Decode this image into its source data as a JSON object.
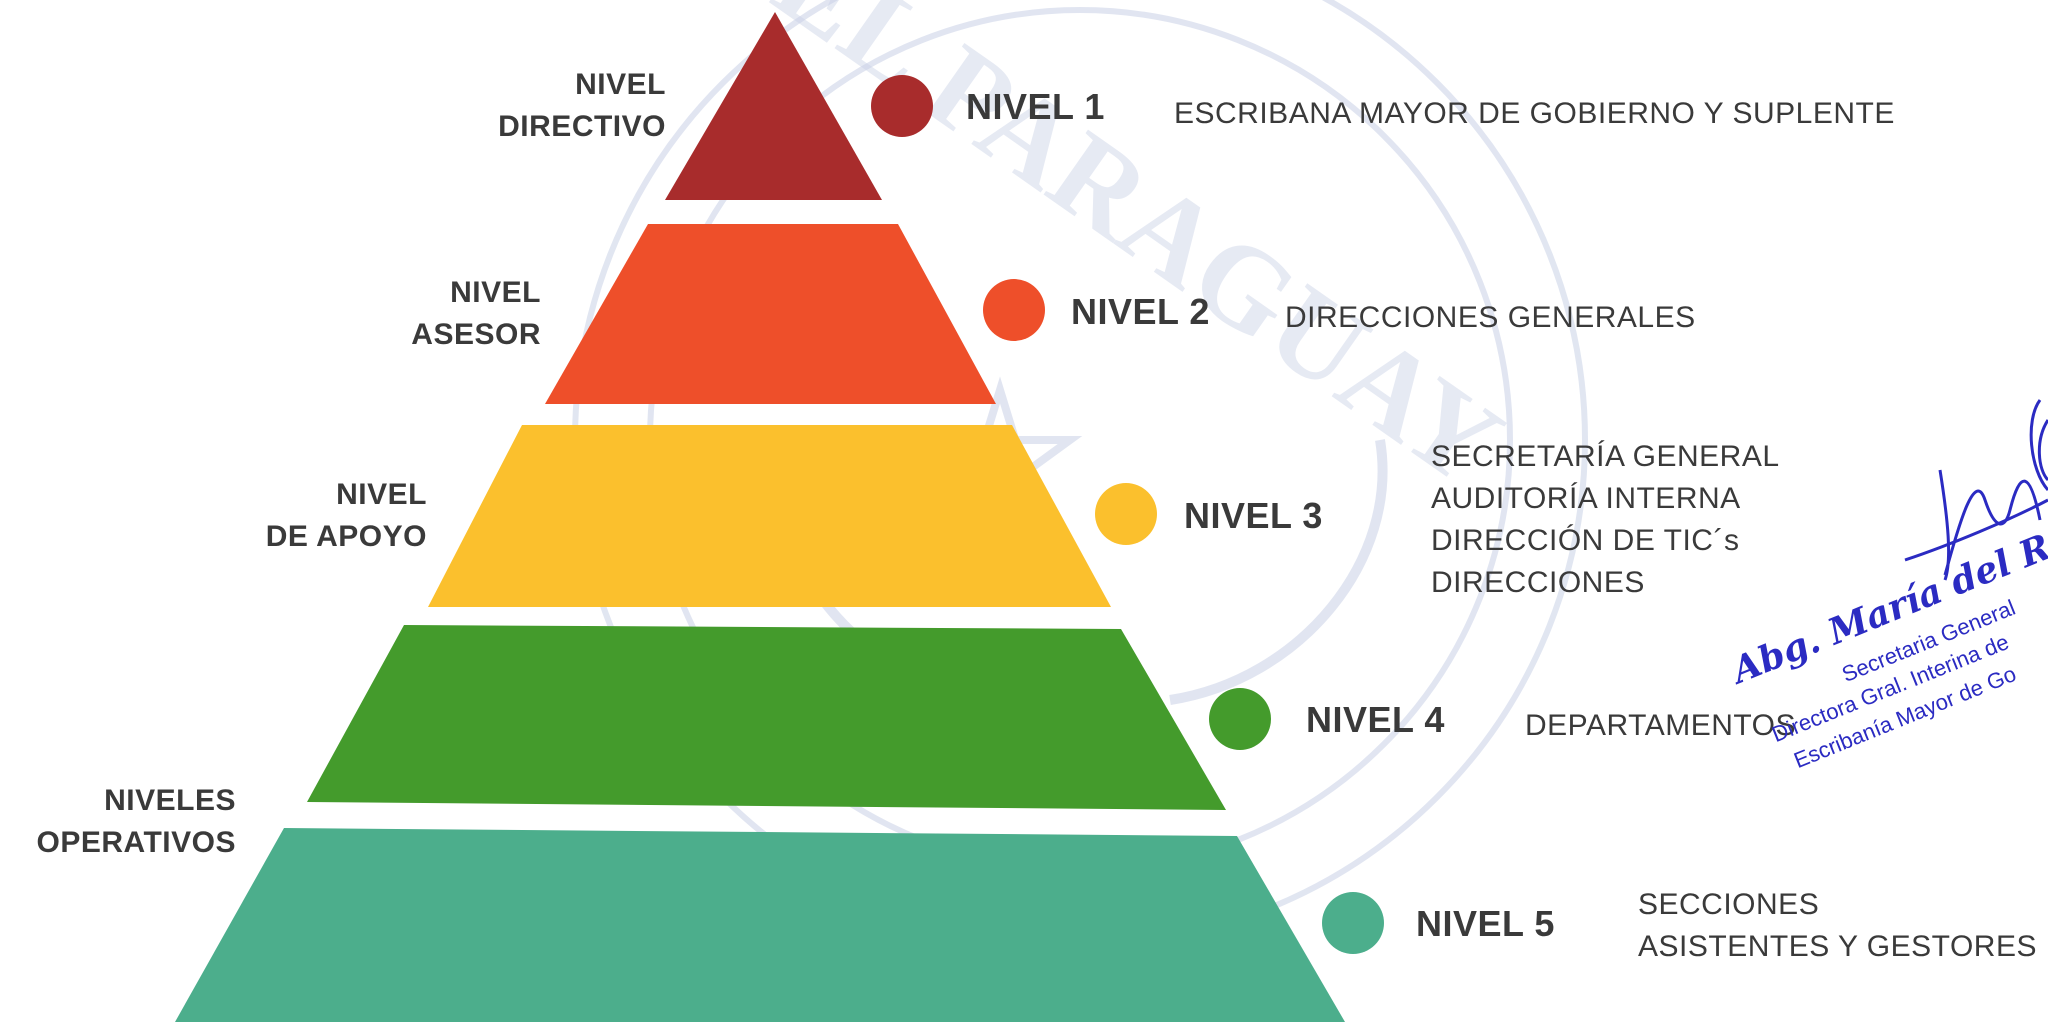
{
  "colors": {
    "level1": "#a82c2c",
    "level2": "#ee4f2a",
    "level3": "#fbc02d",
    "level4": "#449b2c",
    "level5": "#4cae8c",
    "text": "#3a3a3a",
    "watermark": "#c9d1e6",
    "signature_ink": "#2b2bc2"
  },
  "side_labels": {
    "directivo": [
      "NIVEL",
      "DIRECTIVO"
    ],
    "asesor": [
      "NIVEL",
      "ASESOR"
    ],
    "apoyo": [
      "NIVEL",
      "DE APOYO"
    ],
    "operativos": [
      "NIVELES",
      "OPERATIVOS"
    ]
  },
  "levels": [
    {
      "title": "NIVEL 1",
      "lines": [
        "ESCRIBANA MAYOR DE GOBIERNO Y SUPLENTE"
      ],
      "color_key": "level1"
    },
    {
      "title": "NIVEL 2",
      "lines": [
        "DIRECCIONES GENERALES"
      ],
      "color_key": "level2"
    },
    {
      "title": "NIVEL 3",
      "lines": [
        "SECRETARÍA GENERAL",
        "AUDITORÍA INTERNA",
        "DIRECCIÓN DE TIC´s",
        "DIRECCIONES"
      ],
      "color_key": "level3"
    },
    {
      "title": "NIVEL 4",
      "lines": [
        "DEPARTAMENTOS"
      ],
      "color_key": "level4"
    },
    {
      "title": "NIVEL 5",
      "lines": [
        "SECCIONES",
        "ASISTENTES Y GESTORES"
      ],
      "color_key": "level5"
    }
  ],
  "stamp": {
    "name": "Abg. María del Rosario",
    "line1": "Secretaria General",
    "line2": "Directora Gral. Interina de",
    "line3": "Escribanía Mayor de Go"
  },
  "watermark_text": "DEL PARAGUAY"
}
